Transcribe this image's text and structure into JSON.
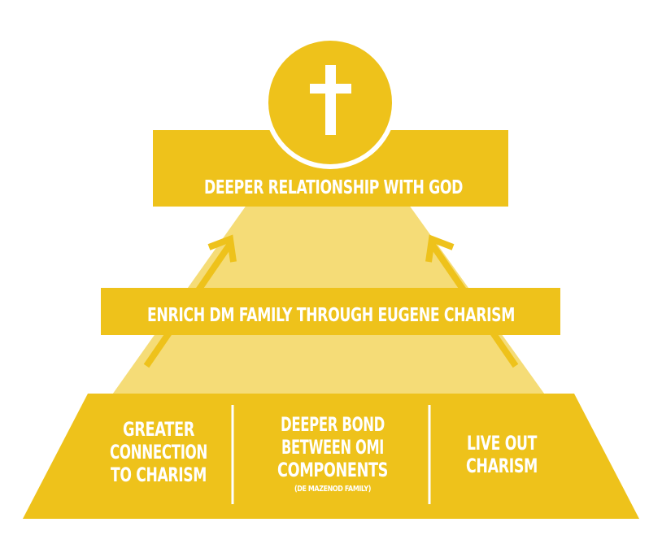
{
  "colors": {
    "primary": "#EEC21B",
    "light": "#F5DC77",
    "background": "#FFFFFF",
    "text": "#FFFFFF"
  },
  "top": {
    "icon": "cross-icon",
    "label": "DEEPER RELATIONSHIP WITH GOD"
  },
  "middle": {
    "label": "ENRICH DM FAMILY THROUGH EUGENE CHARISM"
  },
  "bottom": {
    "left": [
      "GREATER",
      "CONNECTION",
      "TO CHARISM"
    ],
    "center": [
      "DEEPER BOND",
      "BETWEEN OMI",
      "COMPONENTS"
    ],
    "center_note": "(DE MAZENOD FAMILY)",
    "right": [
      "LIVE OUT",
      "CHARISM"
    ]
  }
}
